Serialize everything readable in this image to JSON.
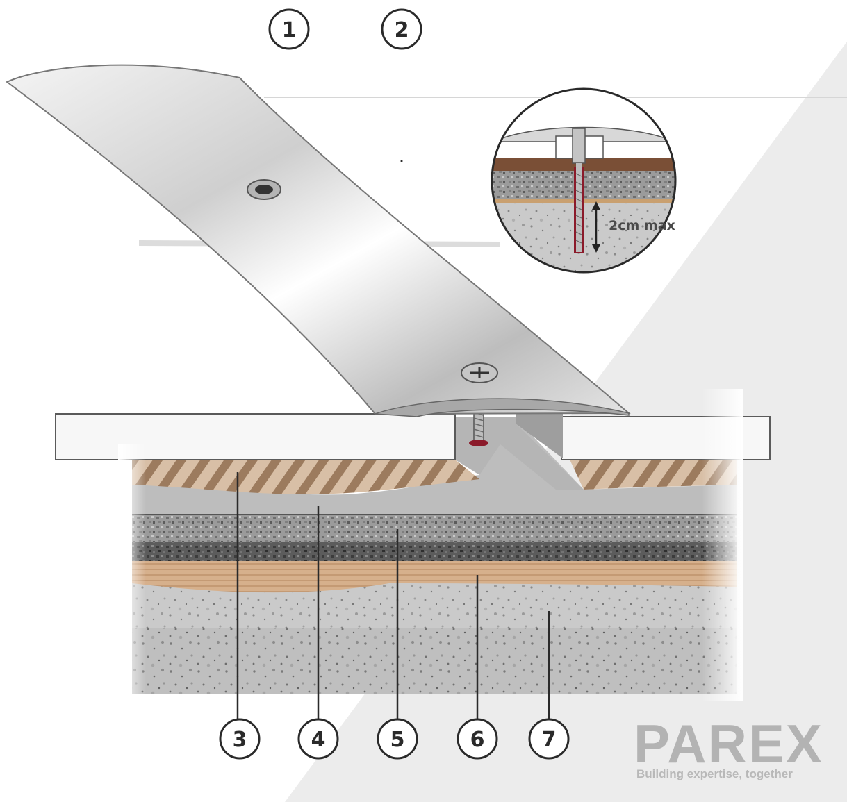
{
  "callouts": {
    "c1": "1",
    "c2": "2",
    "c3": "3",
    "c4": "4",
    "c5": "5",
    "c6": "6",
    "c7": "7"
  },
  "inset": {
    "measure_label": "2cm max"
  },
  "brand": {
    "name": "PAREX",
    "tagline": "Building expertise, together"
  },
  "colors": {
    "background_triangle": "#ececec",
    "tile": "#f7f7f7",
    "wood": "#c9a98a",
    "adhesive": "#bdbdbd",
    "screed": "#9a9a9a",
    "slab": "#c8c8c8",
    "metal": "#d9d9d9"
  }
}
